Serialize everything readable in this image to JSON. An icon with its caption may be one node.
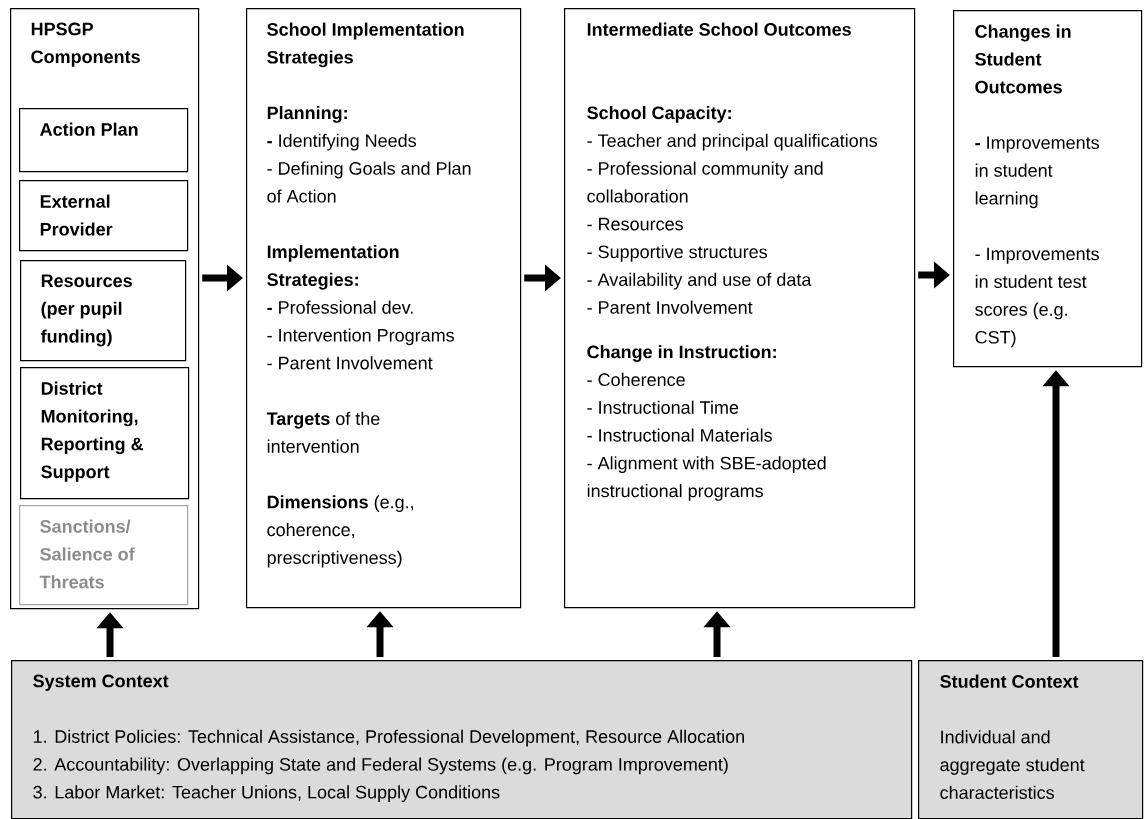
{
  "diagram": {
    "nodes": [
      {
        "text": [
          "HPSGP Components"
        ]
      },
      {
        "text": [
          "Action Plan"
        ],
        "in": 0
      },
      {
        "text": [
          "External Provider"
        ],
        "in": 0
      },
      {
        "text": [
          "Resources (per pupil funding)"
        ],
        "in": 0
      },
      {
        "text": [
          "District Monitoring, Reporting & Support"
        ],
        "in": 0
      },
      {
        "text": [
          "Sanctions/ Salience of Threats"
        ],
        "in": 0
      },
      {
        "text": [
          "School Implementation Strategies",
          "Planning:",
          "**-** Identifying Needs",
          "- Defining Goals and Plan of Action",
          "Implementation Strategies:",
          "**-** Professional dev.",
          "- Intervention Programs",
          "- Parent Involvement",
          "**Targets** of the intervention",
          "**Dimensions** (e.g., coherence, prescriptiveness)"
        ]
      },
      {
        "text": [
          "Intermediate School Outcomes",
          "School Capacity:",
          "- Teacher and principal qualifications",
          "- Professional community and collaboration",
          "- Resources",
          "- Supportive structures",
          "- Availability and use of data",
          "- Parent Involvement",
          "Change in Instruction:",
          "- Coherence",
          "- Instructional Time",
          "- Instructional Materials",
          "- Alignment with SBE-adopted instructional programs"
        ]
      },
      {
        "text": [
          "Changes in Student Outcomes",
          "**-** Improvements in student learning",
          "- Improvements in student test scores (e.g. CST)"
        ]
      },
      {
        "text": [
          "System Context",
          "1. District Policies: Technical Assistance, Professional Development, Resource Allocation",
          "2. Accountability: Overlapping State and Federal Systems (e.g. Program Improvement)",
          "3. Labor Market: Teacher Unions, Local Supply Conditions"
        ]
      },
      {
        "text": [
          "Student Context",
          "Individual and aggregate student characteristics"
        ]
      }
    ],
    "edges": [
      {
        "from": 0,
        "to": 6,
        "arrow": "to"
      },
      {
        "from": 6,
        "to": 7,
        "arrow": "to"
      },
      {
        "from": 7,
        "to": 8,
        "arrow": "to"
      },
      {
        "from": 9,
        "to": 0,
        "arrow": "to"
      },
      {
        "from": 9,
        "to": 6,
        "arrow": "to"
      },
      {
        "from": 9,
        "to": 7,
        "arrow": "to"
      },
      {
        "from": 10,
        "to": 8,
        "arrow": "to"
      }
    ]
  }
}
